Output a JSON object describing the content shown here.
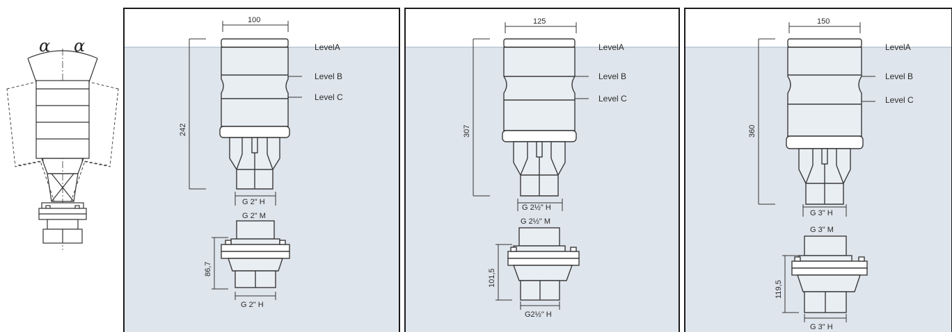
{
  "side_view": {
    "angle_left": "α",
    "angle_right": "α"
  },
  "panels": [
    {
      "width_dim": "100",
      "height_dim": "242",
      "level_a": "LevelA",
      "level_b": "Level B",
      "level_c": "Level C",
      "thread_body": "G 2\" H",
      "thread_male": "G 2\" M",
      "fitting_height": "86,7",
      "thread_bottom": "G 2\" H"
    },
    {
      "width_dim": "125",
      "height_dim": "307",
      "level_a": "LevelA",
      "level_b": "Level B",
      "level_c": "Level C",
      "thread_body": "G 2½\" H",
      "thread_male": "G 2½\" M",
      "fitting_height": "101,5",
      "thread_bottom": "G2½\" H"
    },
    {
      "width_dim": "150",
      "height_dim": "360",
      "level_a": "LevelA",
      "level_b": "Level B",
      "level_c": "Level C",
      "thread_body": "G 3\" H",
      "thread_male": "G 3\" M",
      "fitting_height": "119,5",
      "thread_bottom": "G 3\" H"
    }
  ],
  "colors": {
    "water": "#dfe5ec",
    "water_line": "#9fb0c4",
    "line": "#3a3a3a",
    "frame": "#1a1a1a"
  }
}
